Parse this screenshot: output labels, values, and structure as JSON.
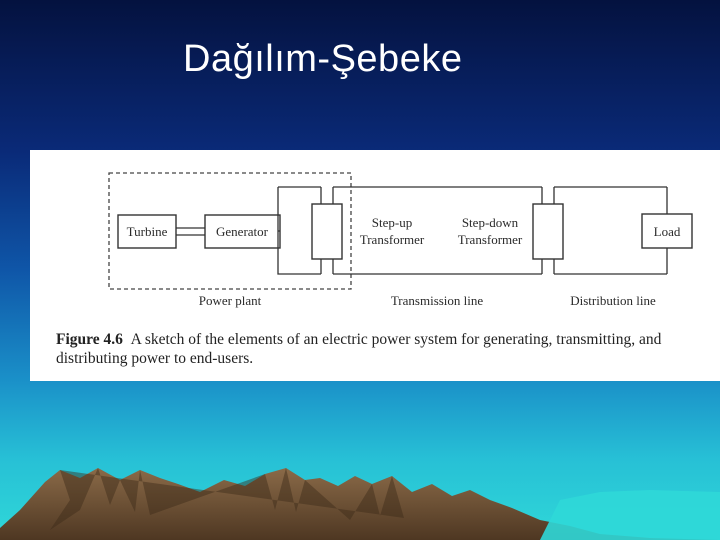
{
  "slide": {
    "title": "Dağılım-Şebeke"
  },
  "diagram": {
    "blocks": {
      "turbine": "Turbine",
      "generator": "Generator",
      "step_up_line1": "Step-up",
      "step_up_line2": "Transformer",
      "step_down_line1": "Step-down",
      "step_down_line2": "Transformer",
      "load": "Load"
    },
    "sections": {
      "power_plant": "Power plant",
      "transmission_line": "Transmission line",
      "distribution_line": "Distribution line"
    },
    "caption": {
      "label": "Figure 4.6",
      "text": "A sketch of the elements of an electric power system for generating, transmitting, and distributing power to end-users."
    }
  },
  "colors": {
    "background_top": "#04123f",
    "background_bottom": "#2fd8d8",
    "title": "#ffffff",
    "figure_background": "#ffffff",
    "mountain": "#7a5a3c"
  }
}
